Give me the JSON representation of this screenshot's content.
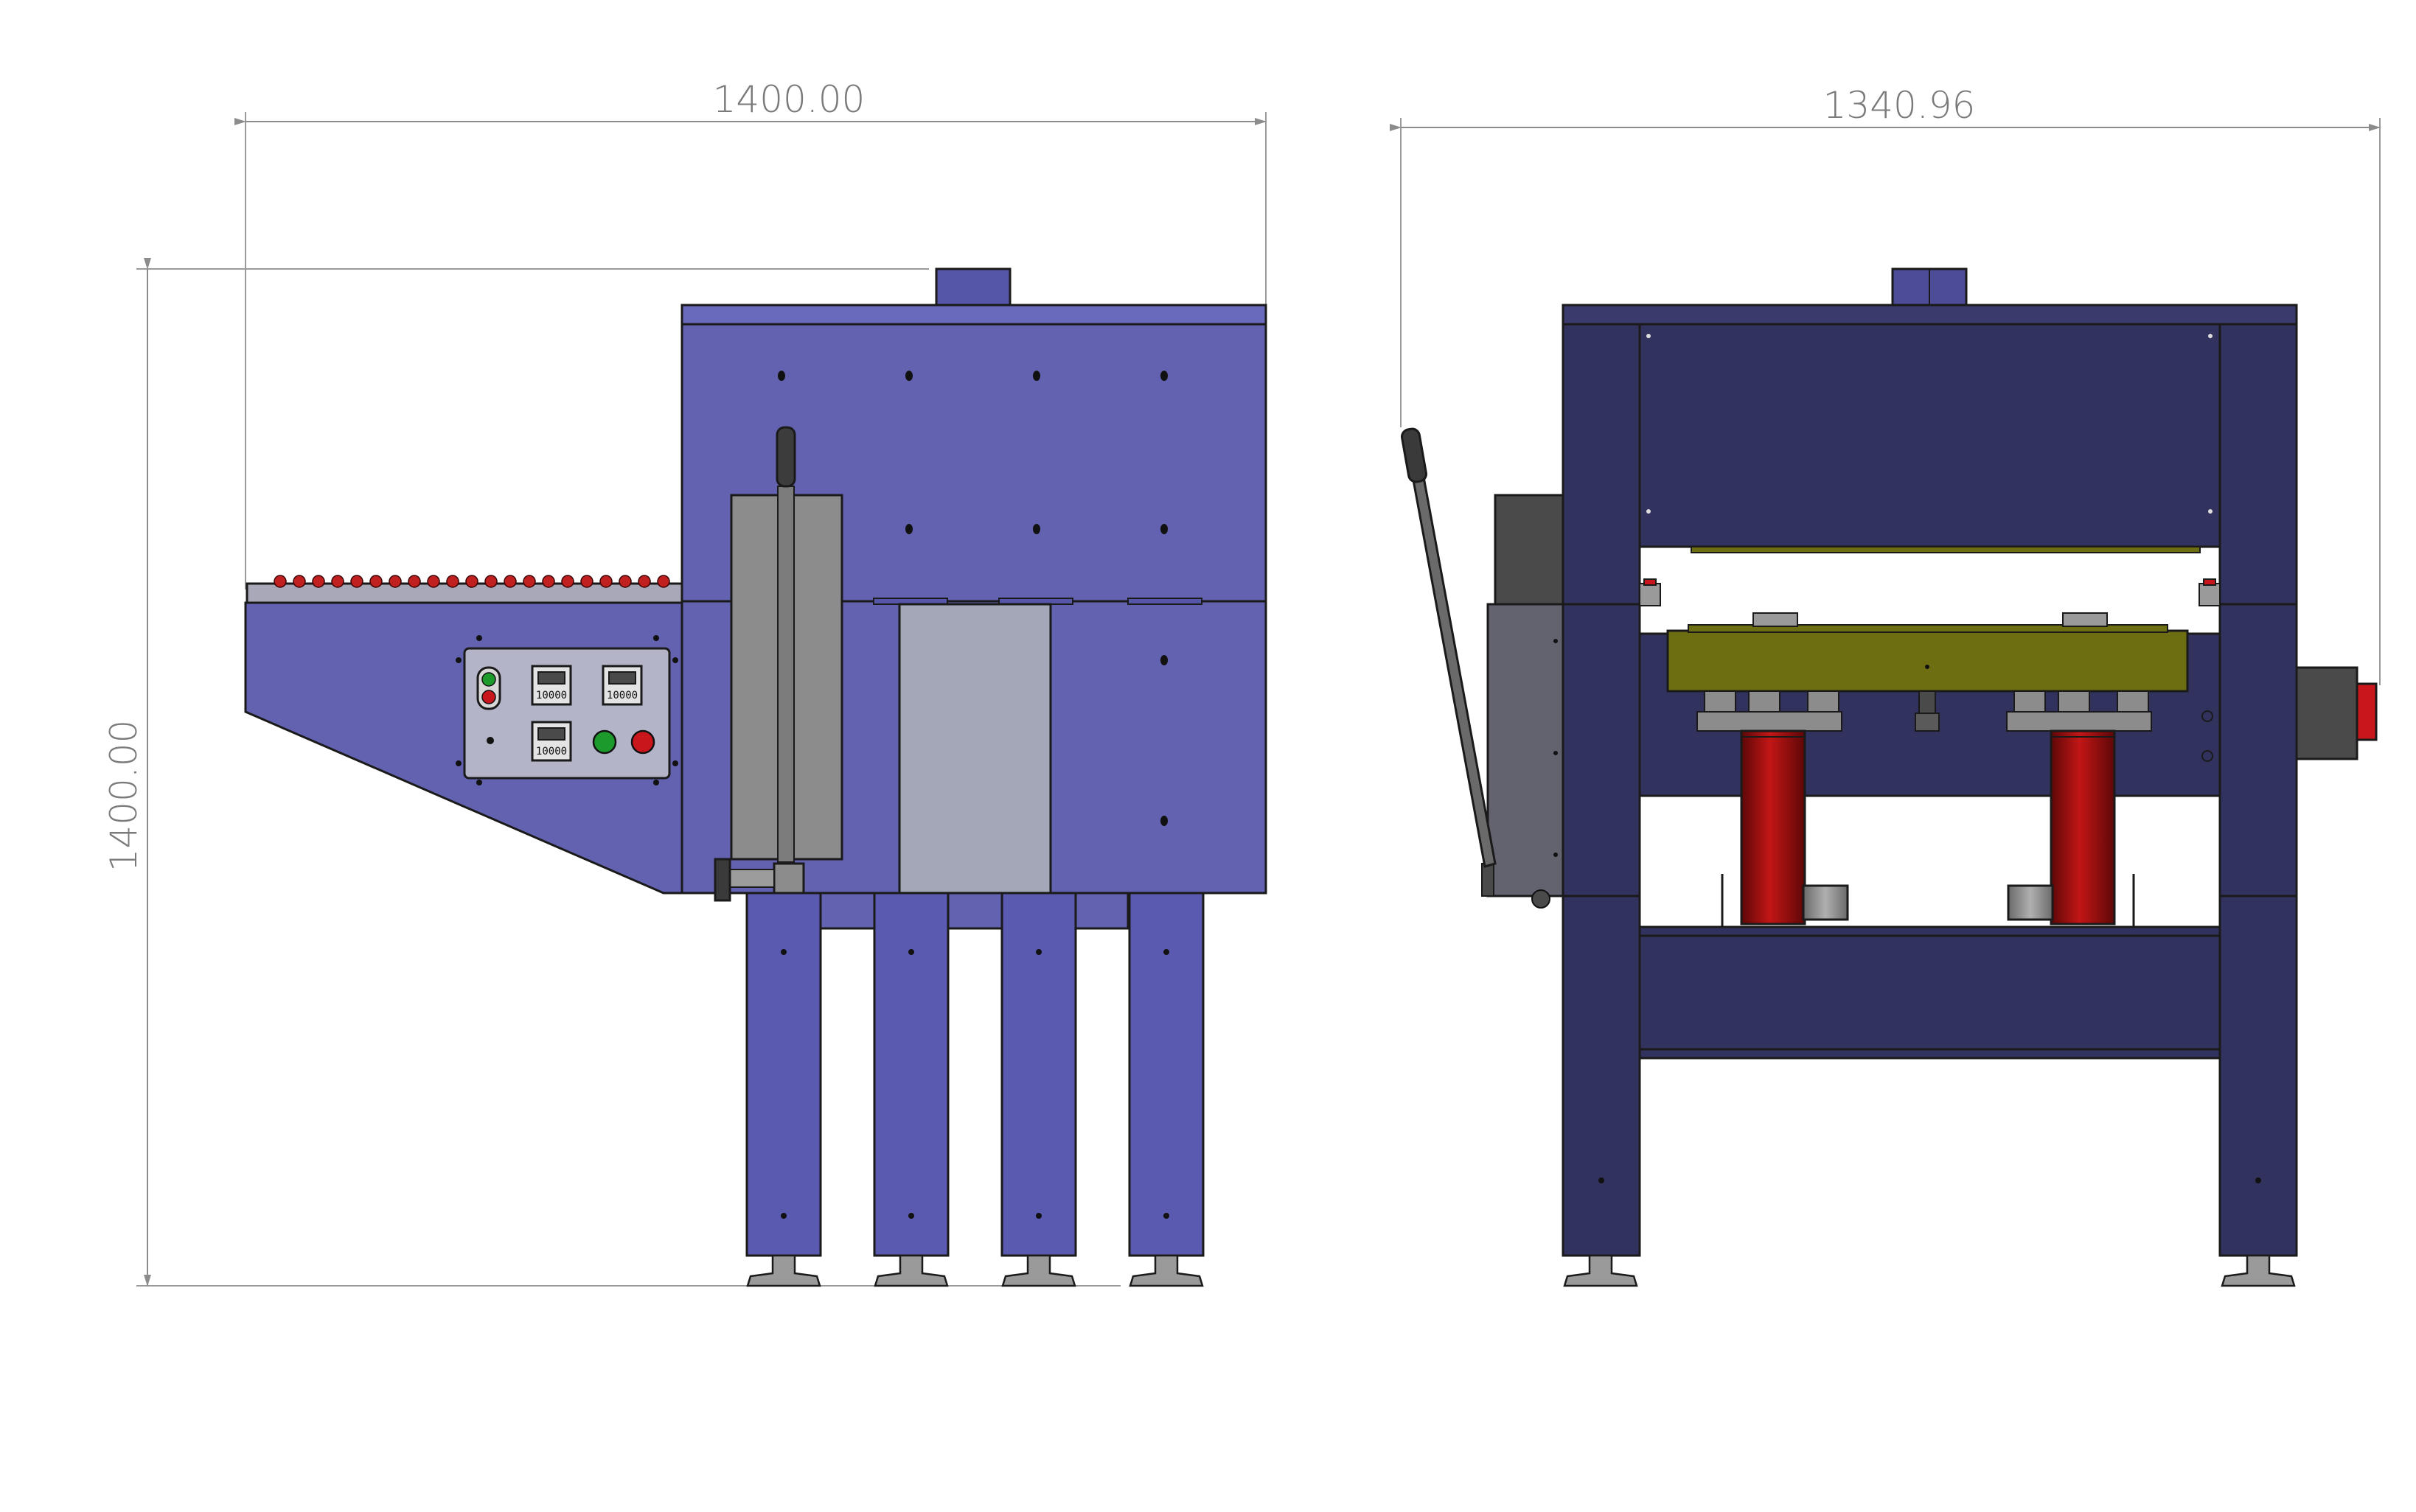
{
  "dimensions": {
    "left_width": "1400.00",
    "left_height": "1400.00",
    "right_width": "1340.96"
  },
  "control_panel": {
    "display_1": "10000",
    "display_2": "10000",
    "display_3": "10000"
  },
  "colors": {
    "side_panel": "#6262b0",
    "front_frame": "#32325f",
    "platen": "#6d6d12",
    "cylinder": "#9a0d0d",
    "steel_grey": "#8c8c8c",
    "control_plate": "#b4b4c8",
    "start_button": "#1c9b2c",
    "stop_button": "#c8161c",
    "roller": "#c02020"
  }
}
